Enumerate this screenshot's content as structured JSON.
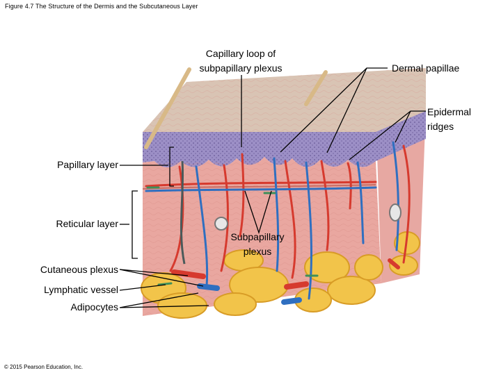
{
  "figure": {
    "caption": "Figure 4.7 The Structure of the Dermis and the Subcutaneous Layer",
    "copyright": "© 2015 Pearson Education, Inc."
  },
  "labels": {
    "capillary_loop_line1": "Capillary loop of",
    "capillary_loop_line2": "subpapillary plexus",
    "dermal_papillae": "Dermal papillae",
    "epidermal_ridges_line1": "Epidermal",
    "epidermal_ridges_line2": "ridges",
    "papillary_layer": "Papillary layer",
    "reticular_layer": "Reticular layer",
    "subpapillary_line1": "Subpapillary",
    "subpapillary_line2": "plexus",
    "cutaneous_plexus": "Cutaneous plexus",
    "lymphatic_vessel": "Lymphatic vessel",
    "adipocytes": "Adipocytes"
  },
  "colors": {
    "epidermis_top": "#d9c4b4",
    "stratum_basale": "#9c8fc6",
    "dermis": "#e9a7a0",
    "artery": "#d63a2e",
    "vein": "#2f6fc0",
    "lymphatic": "#3e8f5a",
    "fat": "#f2c44a",
    "hair": "#d8b987"
  }
}
